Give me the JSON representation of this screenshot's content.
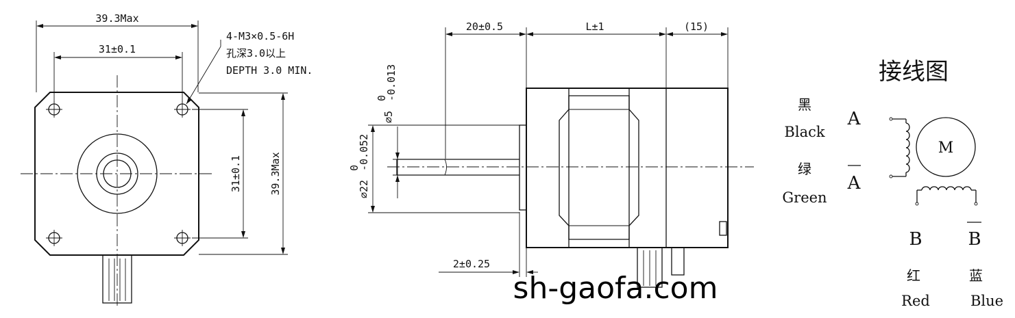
{
  "front_view": {
    "width_label": "39.3Max",
    "hole_spacing_label": "31±0.1",
    "thread_spec": "4-M3×0.5-6H",
    "depth_cn": "孔深3.0以上",
    "depth_en": "DEPTH 3.0 MIN.",
    "vertical_spacing_label": "31±0.1",
    "height_label": "39.3Max"
  },
  "side_view": {
    "shaft_length_label": "20±0.5",
    "body_length_label": "L±1",
    "rear_length_label": "(15)",
    "shaft_dia_label": "⌀5",
    "shaft_dia_upper_tol": "0",
    "shaft_dia_lower_tol": "-0.013",
    "boss_dia_label": "⌀22",
    "boss_dia_upper_tol": "0",
    "boss_dia_lower_tol": "-0.052",
    "boss_height_label": "2±0.25"
  },
  "wiring": {
    "title": "接线图",
    "wire_a_cn": "黑",
    "wire_a_en": "Black",
    "phase_a": "A",
    "wire_a_bar_cn": "绿",
    "wire_a_bar_en": "Green",
    "phase_a_bar": "A",
    "motor_symbol": "M",
    "phase_b": "B",
    "phase_b_bar": "B",
    "wire_b_cn": "红",
    "wire_b_en": "Red",
    "wire_b_bar_cn": "蓝",
    "wire_b_bar_en": "Blue"
  },
  "watermark": "sh-gaofa.com"
}
